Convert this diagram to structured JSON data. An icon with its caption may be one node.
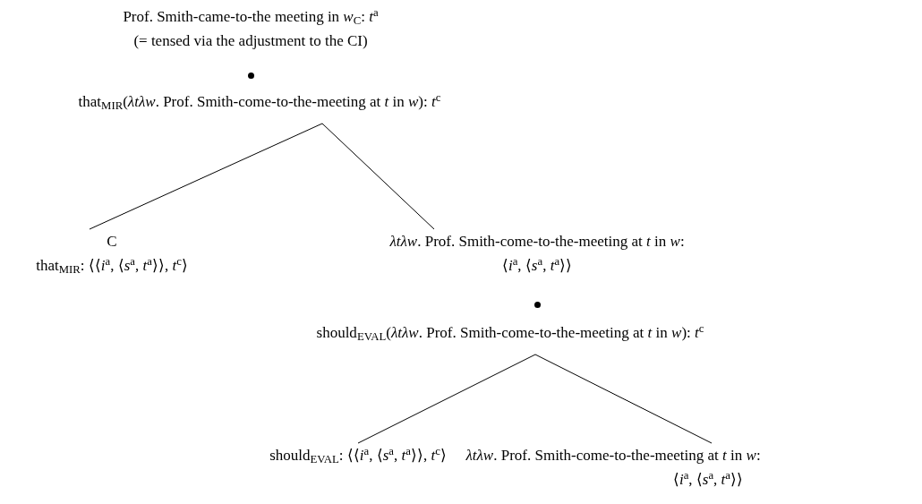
{
  "diagram": {
    "nodes": [
      {
        "text": [
          "Prof. Smith-came-to-the meeting in *w*$_{C}$: *t*$^{a}$",
          "(= tensed via the adjustment to the CI)"
        ]
      },
      {
        "text": [
          "that$_{MIR}$(*λtλw*. Prof. Smith-come-to-the-meeting at *t* in *w*): *t*$^{c}$"
        ]
      },
      {
        "text": [
          "C",
          "that$_{MIR}$: ⟨⟨*i*$^{a}$, ⟨*s*$^{a}$, *t*$^{a}$⟩⟩, *t*$^{c}$⟩"
        ]
      },
      {
        "text": [
          "*λtλw*. Prof. Smith-come-to-the-meeting at *t* in *w*:",
          "⟨*i*$^{a}$, ⟨*s*$^{a}$, *t*$^{a}$⟩⟩"
        ]
      },
      {
        "text": [
          "should$_{EVAL}$(*λtλw*. Prof. Smith-come-to-the-meeting at *t* in *w*): *t*$^{c}$"
        ]
      },
      {
        "text": [
          "should$_{EVAL}$: ⟨⟨*i*$^{a}$, ⟨*s*$^{a}$, *t*$^{a}$⟩⟩, *t*$^{c}$⟩"
        ]
      },
      {
        "text": [
          "*λtλw*. Prof. Smith-come-to-the-meeting at *t* in *w*:",
          "⟨*i*$^{a}$, ⟨*s*$^{a}$, *t*$^{a}$⟩⟩"
        ]
      }
    ],
    "edges": [
      {
        "from": 1,
        "to": 2,
        "arrow": "none"
      },
      {
        "from": 1,
        "to": 3,
        "arrow": "none"
      },
      {
        "from": 4,
        "to": 5,
        "arrow": "none"
      },
      {
        "from": 4,
        "to": 6,
        "arrow": "none"
      }
    ]
  }
}
